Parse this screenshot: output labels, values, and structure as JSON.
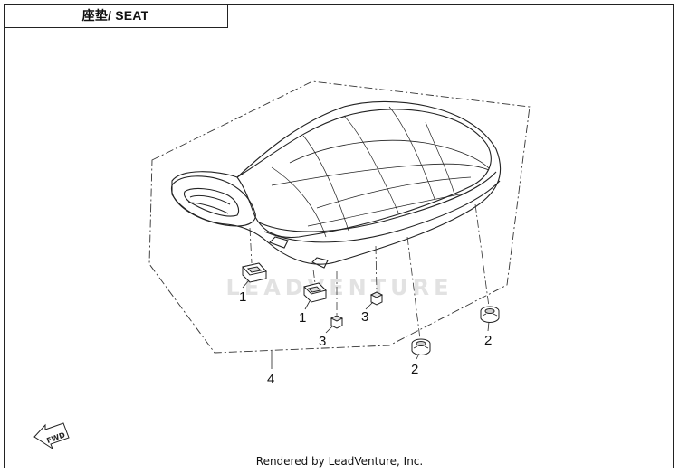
{
  "diagram": {
    "title": "座垫/ SEAT",
    "watermark": "LEADVENTURE",
    "credit": "Rendered by LeadVenture, Inc.",
    "fwd_label": "FWD",
    "callouts": {
      "c1a": "1",
      "c1b": "1",
      "c2a": "2",
      "c2b": "2",
      "c3a": "3",
      "c3b": "3",
      "c4": "4"
    }
  }
}
